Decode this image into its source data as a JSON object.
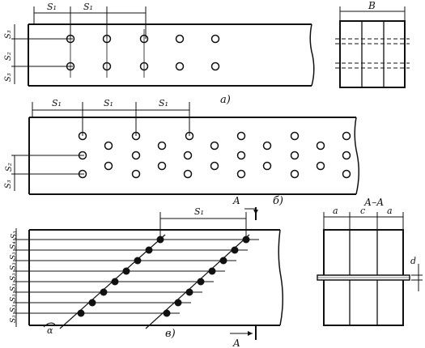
{
  "panel_a": {
    "caption": "а)",
    "dim_top": [
      "S₁",
      "S₁"
    ],
    "dim_left": [
      "S₃",
      "S₂",
      "S₃"
    ],
    "side_view_label": "B"
  },
  "panel_b": {
    "caption": "б)",
    "dim_top": [
      "S₁",
      "S₁",
      "S₁"
    ],
    "dim_left": [
      "S₂",
      "S₃"
    ]
  },
  "panel_c": {
    "caption": "в)",
    "dim_top": [
      "S₁"
    ],
    "dim_left": [
      "S₃",
      "S₄",
      "S₃",
      "S₃",
      "S₃",
      "S₃",
      "S₃",
      "S₃",
      "S₃"
    ],
    "angle_label": "α",
    "section_marker": "A",
    "section_title": "А–А",
    "section_dims": [
      "a",
      "c",
      "a"
    ],
    "thickness_label": "d"
  }
}
